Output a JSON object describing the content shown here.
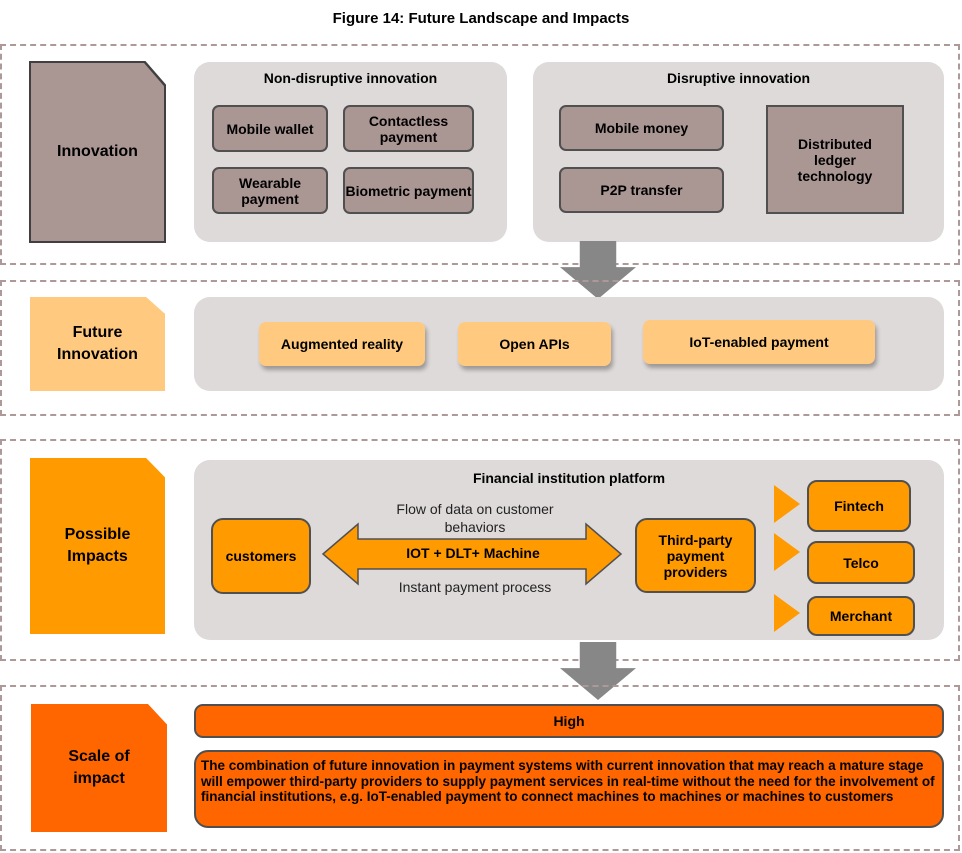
{
  "figure_title": "Figure 14: Future Landscape and Impacts",
  "colors": {
    "frame_border": "#ad9a98",
    "panel_bg": "#dfdada",
    "innovation_grey": "#aa9693",
    "future_light_orange": "#ffca7f",
    "impact_orange": "#ff9a00",
    "scale_red_orange": "#ff6600",
    "arrow_grey": "#878787"
  },
  "innovation": {
    "label": "Innovation",
    "non_disruptive": {
      "title": "Non-disruptive innovation",
      "items": [
        "Mobile wallet",
        "Contactless payment",
        "Wearable payment",
        "Biometric payment"
      ]
    },
    "disruptive": {
      "title": "Disruptive innovation",
      "items": [
        "Mobile money",
        "P2P transfer"
      ],
      "highlight": "Distributed ledger technology"
    }
  },
  "future_innovation": {
    "label": "Future Innovation",
    "items": [
      "Augmented reality",
      "Open APIs",
      "IoT-enabled payment"
    ]
  },
  "possible_impacts": {
    "label": "Possible Impacts",
    "platform_title": "Financial institution platform",
    "customers": "customers",
    "arrow_label": "IOT + DLT+ Machine",
    "flow_top": "Flow of data on customer behaviors",
    "flow_bottom": "Instant payment process",
    "providers": "Third-party payment providers",
    "provider_types": [
      "Fintech",
      "Telco",
      "Merchant"
    ]
  },
  "scale_of_impact": {
    "label": "Scale of impact",
    "level": "High",
    "description": "The combination of future innovation in payment systems with current innovation that may reach a mature stage will empower third-party providers to supply payment services in real-time without the need for the involvement of financial institutions, e.g. IoT-enabled payment to connect machines to machines or machines to customers"
  }
}
